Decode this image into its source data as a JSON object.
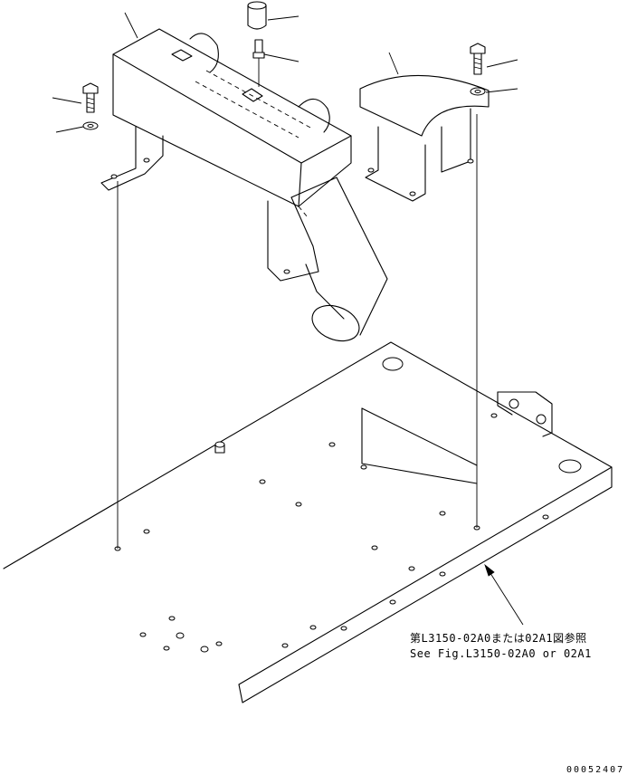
{
  "reference_note": {
    "japanese": "第L3150-02A0または02A1図参照",
    "english": "See Fig.L3150-02A0 or 02A1"
  },
  "drawing_number": "00052407",
  "colors": {
    "line": "#000000",
    "background": "#ffffff"
  }
}
